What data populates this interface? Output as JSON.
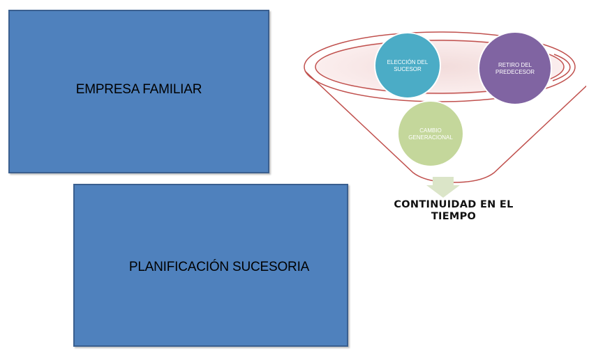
{
  "boxes": {
    "empresa_familiar": "EMPRESA FAMILIAR",
    "planificacion_sucesoria": "PLANIFICACIÓN SUCESORIA"
  },
  "funnel": {
    "circles": {
      "eleccion": {
        "line1": "ELECCIÓN DEL",
        "line2": "SUCESOR"
      },
      "retiro": {
        "line1": "RETIRO DEL",
        "line2": "PREDECESOR"
      },
      "cambio": {
        "line1": "CAMBIO",
        "line2": "GENERACIONAL"
      }
    },
    "outcome": {
      "line1": "CONTINUIDAD EN EL",
      "line2": "TIEMPO"
    }
  },
  "colors": {
    "box_fill": "#4f81bd",
    "box_border": "#3a5f8f",
    "funnel_outline": "#c0504d",
    "circle_teal": "#4bacc6",
    "circle_purple": "#8064a2",
    "circle_green": "#c4d79b",
    "arrow": "#dbe5c8"
  }
}
